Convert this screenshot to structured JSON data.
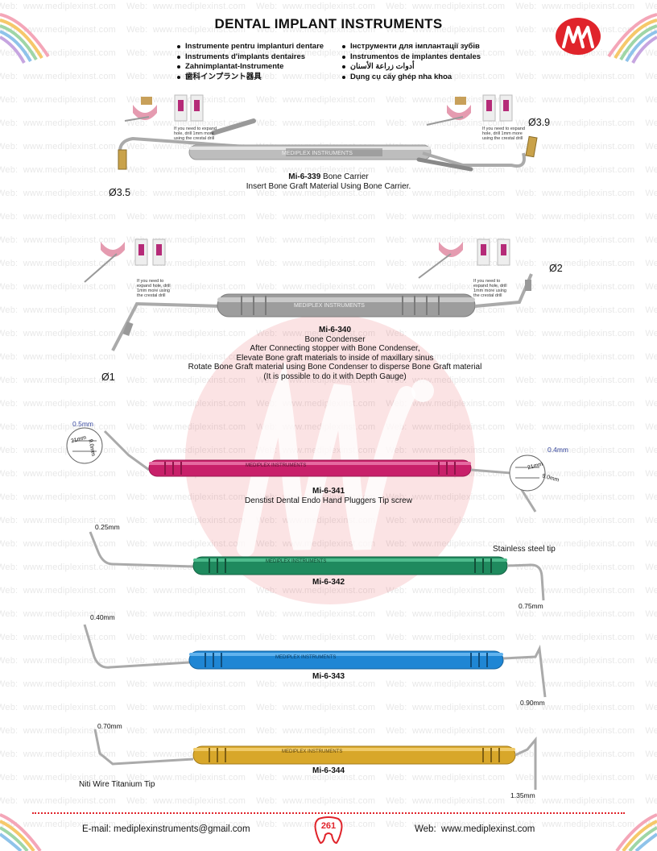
{
  "header": {
    "title": "DENTAL IMPLANT INSTRUMENTS",
    "languages_left": [
      "Instrumente pentru implanturi dentare",
      "Instruments d'implants dentaires",
      "Zahnimplantat-Instrumente",
      "歯科インプラント器具"
    ],
    "languages_right": [
      "Інструменти для імплантації зубів",
      "Instrumentos de implantes dentales",
      "أدوات زراعة الأسنان",
      "Dụng cụ cấy ghép nha khoa"
    ]
  },
  "watermark": {
    "prefix": "Web:",
    "url": "www.mediplexinst.com"
  },
  "brand": {
    "engraving": "MEDIPLEX INSTRUMENTS",
    "logo_letters": "MI",
    "logo_color": "#e0242b"
  },
  "products": [
    {
      "code": "Mi-6-339",
      "name": "Bone Carrier",
      "desc": [
        "Insert Bone Graft Material Using Bone Carrier."
      ],
      "dims": [
        "Ø3.5",
        "Ø3.9"
      ],
      "color": "#b4b4b4"
    },
    {
      "code": "Mi-6-340",
      "name": "Bone Condenser",
      "desc": [
        "After Connecting stopper with Bone Condenser,",
        "Elevate Bone graft materials to inside of maxillary sinus",
        "Rotate Bone Graft material using Bone Condenser to disperse Bone Graft material",
        "(It is possible to do it with Depth Gauge)"
      ],
      "dims": [
        "Ø1",
        "Ø2"
      ],
      "color": "#9c9c9c"
    },
    {
      "code": "Mi-6-341",
      "name": "Denstist Dental Endo Hand Pluggers Tip screw",
      "dims": [
        "0.5mm",
        "0.4mm"
      ],
      "scale_labels": [
        "21mm",
        "9.0mm"
      ],
      "color": "#c8206a"
    },
    {
      "code": "Mi-6-342",
      "dims": [
        "0.25mm",
        "0.75mm"
      ],
      "note": "Stainless steel tip",
      "color": "#1f8a5e"
    },
    {
      "code": "Mi-6-343",
      "dims": [
        "0.40mm",
        "0.90mm"
      ],
      "color": "#1f86d4"
    },
    {
      "code": "Mi-6-344",
      "dims": [
        "0.70mm",
        "1.35mm"
      ],
      "note": "Niti Wire Titanium Tip",
      "color": "#d8a72a"
    }
  ],
  "inset_note": "If you need to expand hole, drill 1mm more using the crestal drill",
  "footer": {
    "email_label": "E-mail:",
    "email": "mediplexinstruments@gmail.com",
    "web_label": "Web:",
    "web": "www.mediplexinst.com",
    "page": "261"
  }
}
